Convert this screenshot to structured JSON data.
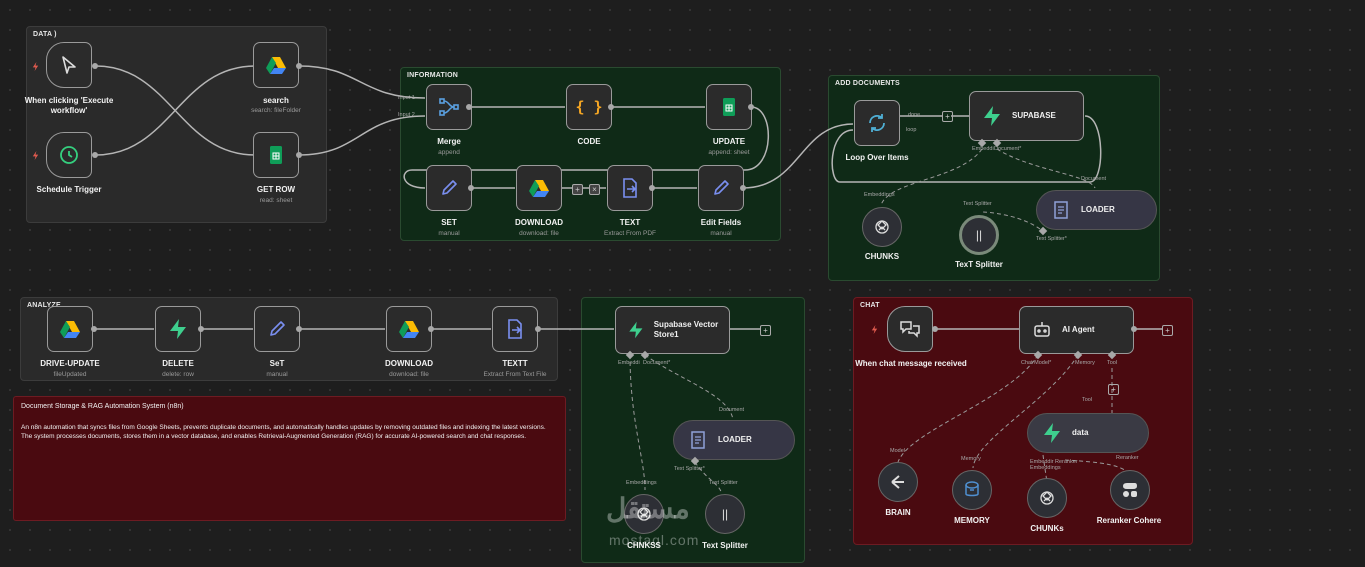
{
  "groups": {
    "data": "DATA )",
    "information": "INFORMATION",
    "add_documents": "ADD DOCUMENTS",
    "analyze": "ANALYZE",
    "chat": "CHAT"
  },
  "nodes": {
    "execute": {
      "label": "When clicking 'Execute workflow'"
    },
    "schedule": {
      "label": "Schedule Trigger"
    },
    "search": {
      "label": "search",
      "sub": "search: fileFolder"
    },
    "getrow": {
      "label": "GET ROW",
      "sub": "read: sheet"
    },
    "merge": {
      "label": "Merge",
      "sub": "append",
      "in1": "Input 1",
      "in2": "Input 2"
    },
    "code": {
      "label": "CODE",
      "glyph": "{ }"
    },
    "update": {
      "label": "UPDATE",
      "sub": "append: sheet"
    },
    "set": {
      "label": "SET",
      "sub": "manual"
    },
    "download": {
      "label": "DOWNLOAD",
      "sub": "download: file"
    },
    "text": {
      "label": "TEXT",
      "sub": "Extract From PDF"
    },
    "editfields": {
      "label": "Edit Fields",
      "sub": "manual"
    },
    "loop": {
      "label": "Loop Over Items",
      "done": "done",
      "loop": "loop"
    },
    "supabase": {
      "label": "SUPABASE",
      "embed": "Embeddi",
      "doc": "Document*"
    },
    "loader1": {
      "label": "LOADER",
      "doc": "Document",
      "ts": "Text Splitter*"
    },
    "chunks": {
      "label": "CHUNKS",
      "emb": "Embeddings"
    },
    "textsplitter1": {
      "label": "TexT Splitter",
      "ts": "Text Splitter"
    },
    "driveupdate": {
      "label": "DRIVE-UPDATE",
      "sub": "fileUpdated"
    },
    "delete": {
      "label": "DELETE",
      "sub": "delete: row"
    },
    "set2": {
      "label": "SeT",
      "sub": "manual"
    },
    "download2": {
      "label": "DOWNLOAD",
      "sub": "download: file"
    },
    "textt": {
      "label": "TEXTT",
      "sub": "Extract From Text File"
    },
    "svstore": {
      "label": "Supabase Vector Store1",
      "embed": "Embeddi",
      "doc": "Document*"
    },
    "loader2": {
      "label": "LOADER",
      "doc": "Document",
      "ts": "Text Splitter*"
    },
    "chnkss": {
      "label": "CHNKSS",
      "emb": "Embeddings"
    },
    "textsplitter2": {
      "label": "Text Splitter",
      "ts": "Text Splitter"
    },
    "chatmsg": {
      "label": "When chat message received"
    },
    "agent": {
      "label": "AI Agent",
      "model": "Chat Model*",
      "memory": "Memory",
      "tool": "Tool"
    },
    "data": {
      "label": "data",
      "tool": "Tool",
      "emb": "Embeddir",
      "rer": "Reranker",
      "emb2": "Embeddings",
      "rer2": "Reranker"
    },
    "brain": {
      "label": "BRAIN",
      "model": "Model"
    },
    "memory": {
      "label": "MEMORY",
      "mem": "Memory"
    },
    "chunks2": {
      "label": "CHUNKs"
    },
    "reranker": {
      "label": "Reranker Cohere"
    }
  },
  "note": {
    "title": "Document Storage & RAG Automation System (n8n)",
    "line1": "An n8n automation that syncs files from Google Sheets, prevents duplicate documents, and automatically handles updates by removing outdated files and indexing the latest versions.",
    "line2": "The system processes documents, stores them in a vector database, and enables Retrieval-Augmented Generation (RAG) for accurate AI-powered search and chat responses."
  },
  "watermark": {
    "arabic": "مستقل",
    "latin": "mostaql.com"
  },
  "colors": {
    "info_bg": "#0f2a17",
    "add_bg": "#0f2a17",
    "chat_bg": "#4a0a10",
    "trigger": "#e05a4e",
    "supabase": "#3ecf8e"
  }
}
